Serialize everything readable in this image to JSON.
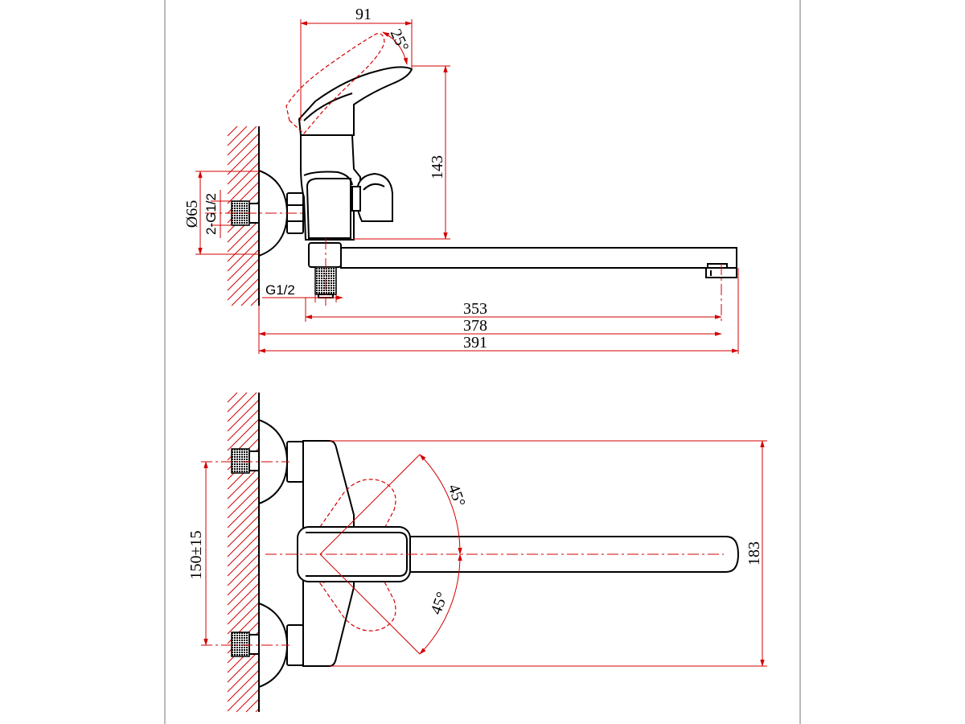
{
  "dimensions": {
    "top_handle_width": "91",
    "handle_angle": "25°",
    "body_height": "143",
    "flange_diameter": "Ø65",
    "inlet_thread": "2-G1/2",
    "outlet_thread": "G1/2",
    "spout_len_353": "353",
    "spout_len_378": "378",
    "spout_len_391": "391",
    "bottom_angle_upper": "45°",
    "bottom_angle_lower": "45°",
    "inlet_spacing": "150±15",
    "bottom_height": "183"
  },
  "colors": {
    "outline": "#000000",
    "dimension": "#d40000",
    "frame": "#777777"
  }
}
